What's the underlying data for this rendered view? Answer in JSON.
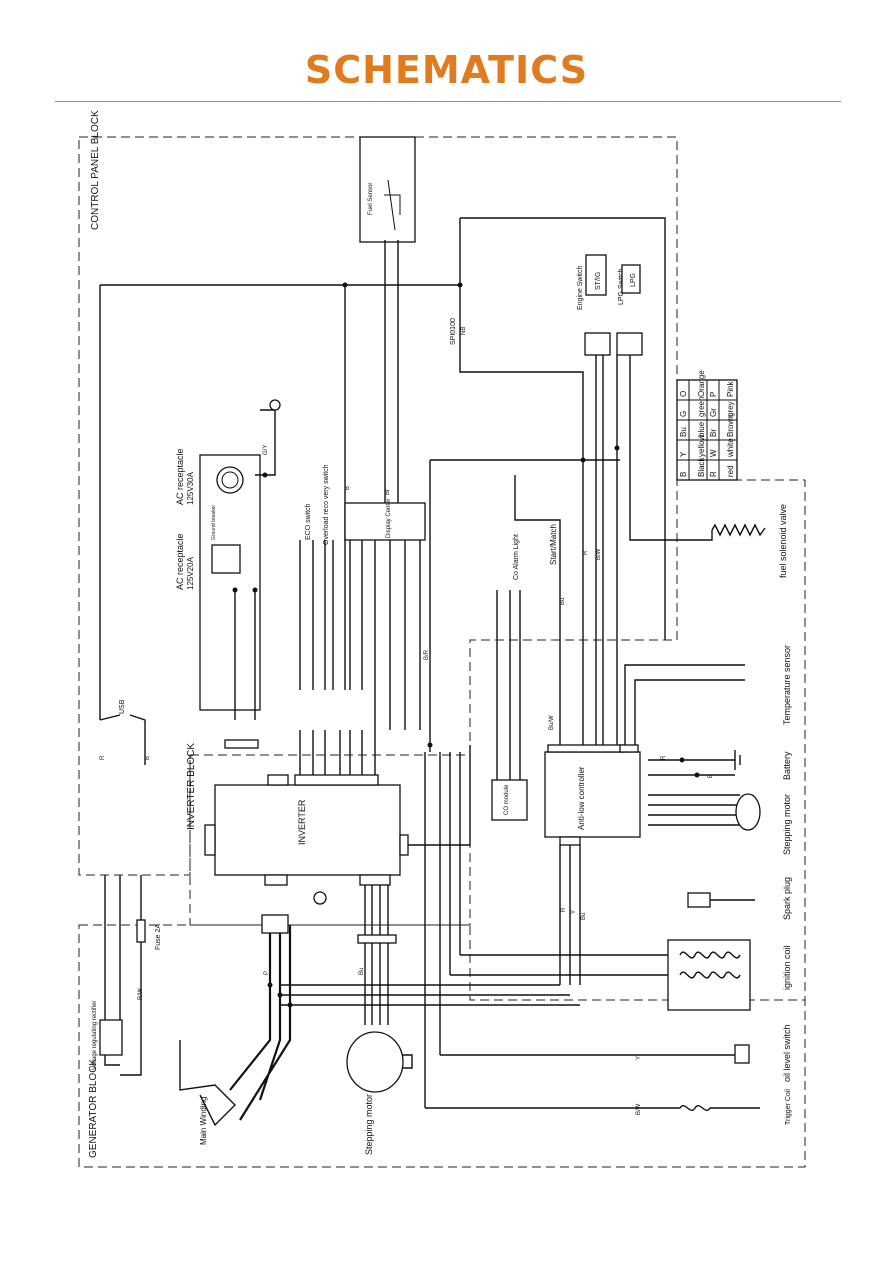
{
  "page": {
    "title": "SCHEMATICS",
    "accent_color": "#e07b20"
  },
  "blocks": {
    "control_panel": "CONTROL PANEL BLOCK",
    "inverter": "INVERTER BLOCK",
    "generator": "GENERATOR BLOCK"
  },
  "components": {
    "fuel_sensor": "Fuel Sensor",
    "engine_switch": "Engine Switch",
    "st_ig": "ST/IG",
    "lpg_switch": "LPG Switch",
    "lpg": "LPG",
    "spi0100": "SPI0100",
    "spi0100_sub": "NB",
    "ac_receptacle_30a": "AC receptacle",
    "ac_receptacle_30a_rating": "125V30A",
    "ac_receptacle_20a": "AC receptacle",
    "ac_receptacle_20a_rating": "125V20A",
    "ground_breaker": "Ground breaker",
    "eco_switch": "ECO switch",
    "overload_switch": "Overload reco very switch",
    "display_center": "Display Center",
    "usb": "USB",
    "inverter": "INVERTER",
    "co_module": "CO module",
    "co_alarm_light": "Co Alarm Light",
    "start_match": "Start/Match",
    "anti_low_controller": "Anti-low controller",
    "fuel_solenoid_valve": "fuel solenoid valve",
    "temperature_sensor": "Temperature sensor",
    "battery": "Battery",
    "stepping_motor_right": "Stepping motor",
    "spark_plug": "Spark plug",
    "ignition_coil": "ignition coil",
    "oil_level_switch": "oil level switch",
    "trigger_coil": "Trigger Coil",
    "fuse": "Fuse 2A",
    "voltage_rectifier": "Voltage regulating rectifier",
    "main_winding": "Main Winding",
    "stepping_motor_left": "Stepping motor"
  },
  "color_legend": [
    {
      "code": "B",
      "name": "Black"
    },
    {
      "code": "Y",
      "name": "yellow"
    },
    {
      "code": "Bu",
      "name": "blue"
    },
    {
      "code": "G",
      "name": "green"
    },
    {
      "code": "O",
      "name": "Orange"
    },
    {
      "code": "R",
      "name": "red"
    },
    {
      "code": "W",
      "name": "white"
    },
    {
      "code": "Br",
      "name": "Brown"
    },
    {
      "code": "Gr",
      "name": "grey"
    },
    {
      "code": "P",
      "name": "Pink"
    }
  ],
  "wire_labels": {
    "r": "R",
    "b": "B",
    "g": "G",
    "br": "Br",
    "bu": "Bu",
    "y": "Y",
    "p": "P",
    "w": "W",
    "bw": "B/W",
    "br2": "B/R",
    "buw": "Bu/W",
    "gy": "G/Y",
    "rw": "R/W"
  }
}
